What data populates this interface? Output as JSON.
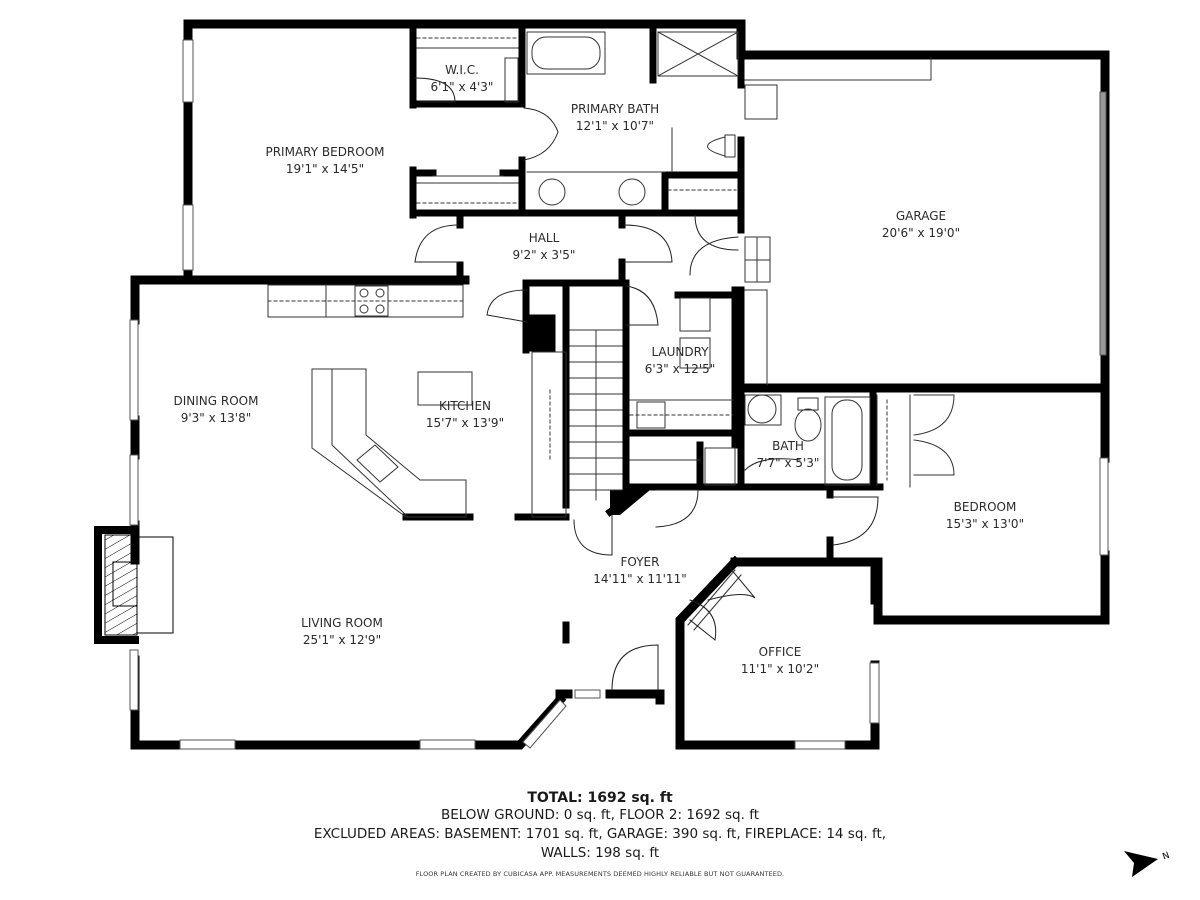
{
  "rooms": [
    {
      "id": "primary-bedroom",
      "name": "PRIMARY BEDROOM",
      "dims": "19'1\" x 14'5\""
    },
    {
      "id": "wic",
      "name": "W.I.C.",
      "dims": "6'1\" x 4'3\""
    },
    {
      "id": "primary-bath",
      "name": "PRIMARY BATH",
      "dims": "12'1\" x 10'7\""
    },
    {
      "id": "garage",
      "name": "GARAGE",
      "dims": "20'6\" x 19'0\""
    },
    {
      "id": "hall",
      "name": "HALL",
      "dims": "9'2\" x 3'5\""
    },
    {
      "id": "dining-room",
      "name": "DINING ROOM",
      "dims": "9'3\" x 13'8\""
    },
    {
      "id": "kitchen",
      "name": "KITCHEN",
      "dims": "15'7\" x 13'9\""
    },
    {
      "id": "laundry",
      "name": "LAUNDRY",
      "dims": "6'3\" x 12'5\""
    },
    {
      "id": "bath",
      "name": "BATH",
      "dims": "7'7\" x 5'3\""
    },
    {
      "id": "bedroom",
      "name": "BEDROOM",
      "dims": "15'3\" x 13'0\""
    },
    {
      "id": "foyer",
      "name": "FOYER",
      "dims": "14'11\" x 11'11\""
    },
    {
      "id": "living-room",
      "name": "LIVING ROOM",
      "dims": "25'1\" x 12'9\""
    },
    {
      "id": "office",
      "name": "OFFICE",
      "dims": "11'1\" x 10'2\""
    }
  ],
  "summary": {
    "total": "TOTAL: 1692 sq. ft",
    "line1": "BELOW GROUND: 0 sq. ft, FLOOR 2: 1692 sq. ft",
    "line2": "EXCLUDED AREAS: BASEMENT: 1701 sq. ft, GARAGE: 390 sq. ft, FIREPLACE: 14 sq. ft,",
    "line3": "WALLS: 198 sq. ft"
  },
  "credit": "FLOOR PLAN CREATED BY CUBICASA APP. MEASUREMENTS DEEMED HIGHLY RELIABLE BUT NOT GUARANTEED.",
  "compass": {
    "label": "N",
    "icon": "north-arrow-icon"
  }
}
